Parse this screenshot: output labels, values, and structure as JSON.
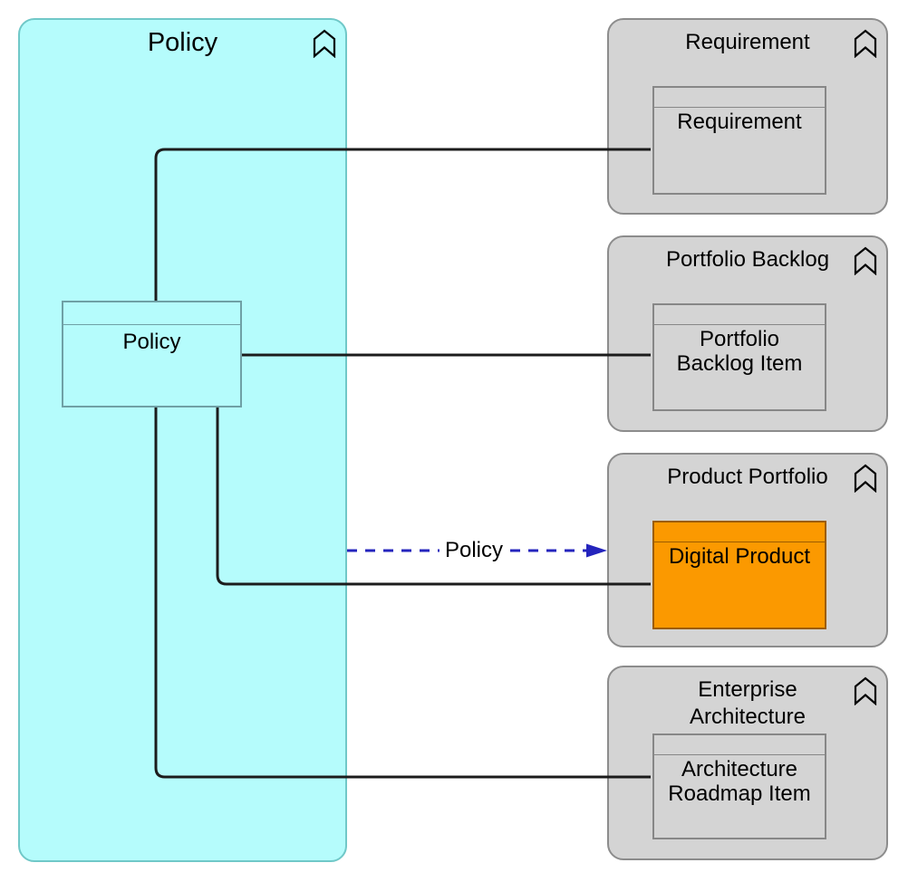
{
  "colors": {
    "canvas-bg": "#ffffff",
    "cyan-fill": "#b5fcfc",
    "cyan-border": "#70c8c8",
    "cyan-node-border": "#6fa0a5",
    "gray-fill": "#d4d4d4",
    "gray-border": "#8c8c8c",
    "node-border": "#878787",
    "orange-fill": "#fb9900",
    "orange-border": "#9c5d00",
    "edge-color": "#1c1c1c",
    "flow-edge-color": "#2424bd",
    "text-color": "#000000"
  },
  "policy_group": {
    "title": "Policy",
    "node_label": "Policy"
  },
  "groups": [
    {
      "title": "Requirement",
      "node_label": "Requirement"
    },
    {
      "title": "Portfolio Backlog",
      "node_label": "Portfolio\nBacklog Item"
    },
    {
      "title": "Product Portfolio",
      "node_label": "Digital Product"
    },
    {
      "title": "Enterprise\nArchitecture",
      "node_label": "Architecture\nRoadmap Item"
    }
  ],
  "edges": {
    "flow_label": "Policy"
  },
  "icons": {
    "collapse": "bookmark-up-chevron"
  }
}
